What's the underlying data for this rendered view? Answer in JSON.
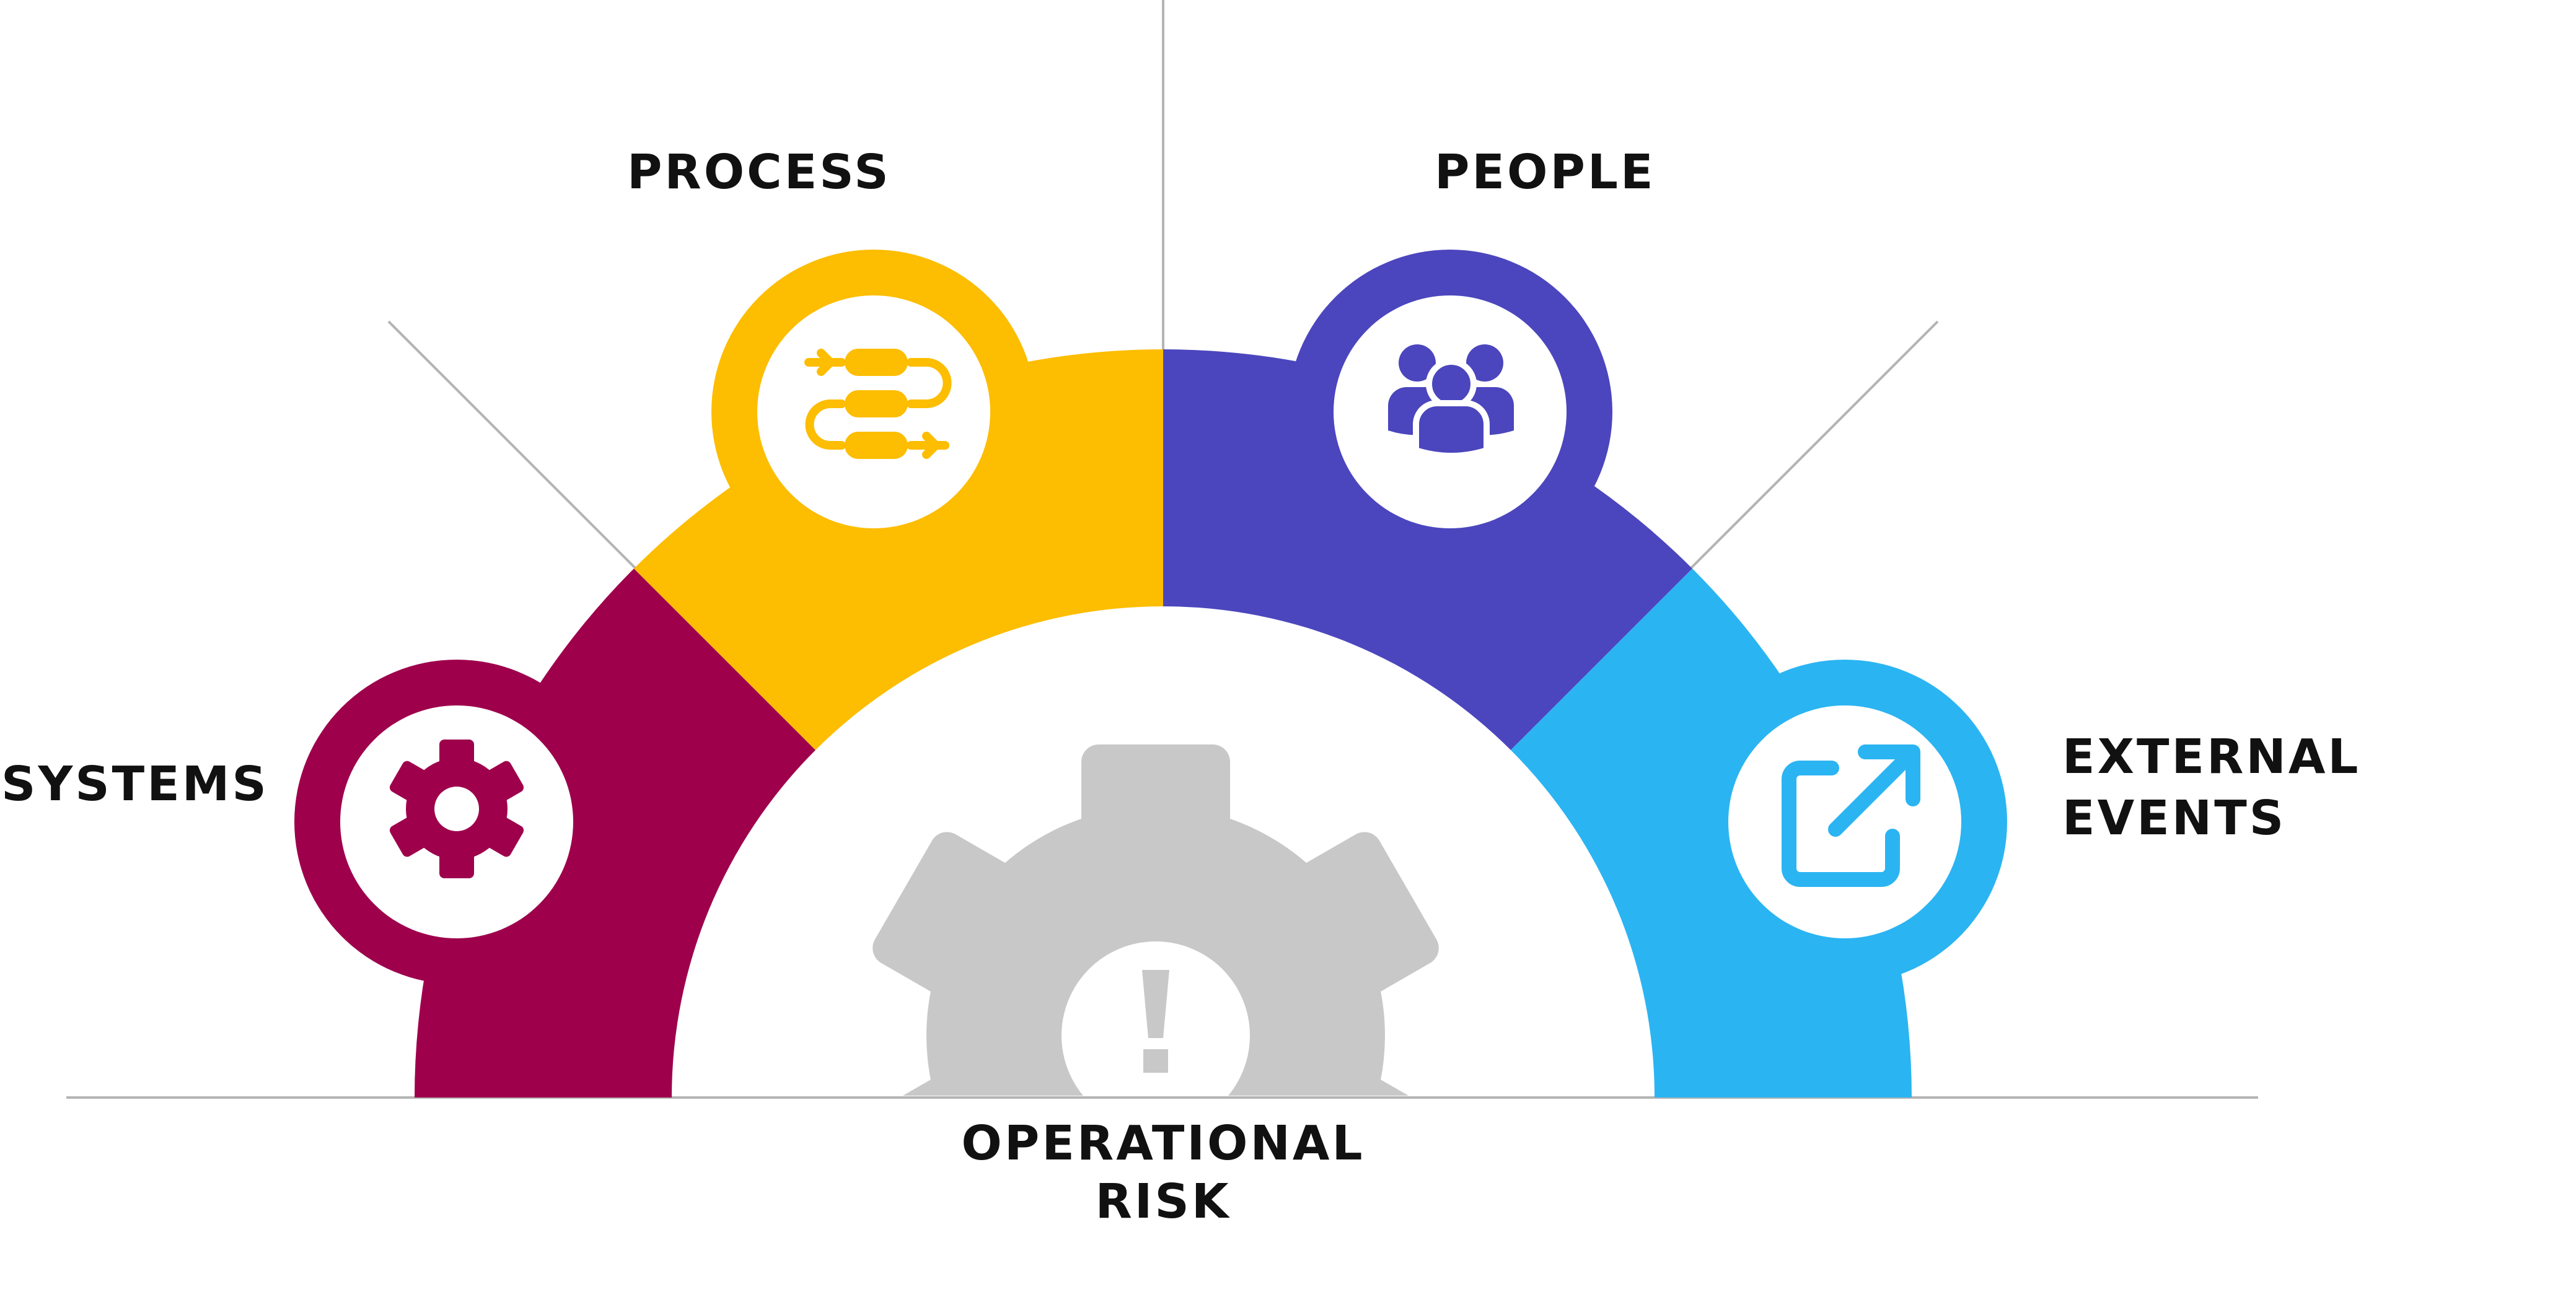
{
  "diagram": {
    "center_label": {
      "line1": "OPERATIONAL",
      "line2": "RISK"
    },
    "segments": {
      "systems": {
        "label": "SYSTEMS",
        "icon": "gear-icon",
        "color": "#9E004C"
      },
      "process": {
        "label": "PROCESS",
        "icon": "process-flow-icon",
        "color": "#FDBD00"
      },
      "people": {
        "label": "PEOPLE",
        "icon": "people-group-icon",
        "color": "#4B46BD"
      },
      "external_events": {
        "label_line1": "EXTERNAL",
        "label_line2": "EVENTS",
        "icon": "external-link-icon",
        "color": "#2BB4F2"
      }
    },
    "center_icon": {
      "icon": "gear-warning-icon",
      "color": "#C8C8C8"
    },
    "guide_line_color": "#B4B4B4"
  }
}
